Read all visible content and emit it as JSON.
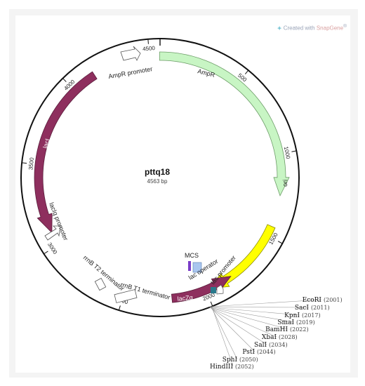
{
  "watermark": {
    "prefix": "Created with ",
    "brand": "SnapGene",
    "mark": "®"
  },
  "plasmid": {
    "name": "pttq18",
    "length_bp": 4563,
    "size_label": "4563 bp"
  },
  "ticks": [
    {
      "bp": 500,
      "label": "500"
    },
    {
      "bp": 1000,
      "label": "1000"
    },
    {
      "bp": 1500,
      "label": "1500"
    },
    {
      "bp": 2000,
      "label": "2000"
    },
    {
      "bp": 2500,
      "label": "2500"
    },
    {
      "bp": 3000,
      "label": "3000"
    },
    {
      "bp": 3500,
      "label": "3500"
    },
    {
      "bp": 4000,
      "label": "4000"
    },
    {
      "bp": 4500,
      "label": "4500"
    }
  ],
  "features": [
    {
      "name": "AmpR",
      "label": "AmpR",
      "start": 4560,
      "end": 1250,
      "strand": "+",
      "color": "#c8f5c4",
      "stroke": "#6c9c67"
    },
    {
      "name": "ori",
      "label": "ori",
      "start": 1440,
      "end": 1980,
      "strand": "+",
      "color": "#ffff00",
      "stroke": "#8c8c00"
    },
    {
      "name": "lacZa",
      "label": "lacZα",
      "start": 1830,
      "end": 2210,
      "strand": "-",
      "color": "#8e2f5e",
      "stroke": "#5a1d3b"
    },
    {
      "name": "lacI",
      "label": "lacI",
      "start": 3080,
      "end": 4150,
      "strand": "-",
      "color": "#8e2f5e",
      "stroke": "#5a1d3b"
    }
  ],
  "annotations": [
    {
      "name": "AmpR promoter",
      "label": "AmpR promoter"
    },
    {
      "name": "lacIq promoter",
      "label": "lacIq promoter"
    },
    {
      "name": "rrnB T2 terminator",
      "label": "rrnB T2 terminator"
    },
    {
      "name": "rrnB T1 terminator",
      "label": "rrnB T1 terminator"
    },
    {
      "name": "MCS",
      "label": "MCS"
    },
    {
      "name": "lac operator",
      "label": "lac operator"
    },
    {
      "name": "tac promoter",
      "label": "tac promoter"
    }
  ],
  "restriction_sites": [
    {
      "enzyme": "EcoRI",
      "pos": "(2001)"
    },
    {
      "enzyme": "SacI",
      "pos": "(2011)"
    },
    {
      "enzyme": "KpnI",
      "pos": "(2017)"
    },
    {
      "enzyme": "SmaI",
      "pos": "(2019)"
    },
    {
      "enzyme": "BamHI",
      "pos": "(2022)"
    },
    {
      "enzyme": "XbaI",
      "pos": "(2028)"
    },
    {
      "enzyme": "SalI",
      "pos": "(2034)"
    },
    {
      "enzyme": "PstI",
      "pos": "(2044)"
    },
    {
      "enzyme": "SphI",
      "pos": "(2050)"
    },
    {
      "enzyme": "HindIII",
      "pos": "(2052)"
    }
  ]
}
